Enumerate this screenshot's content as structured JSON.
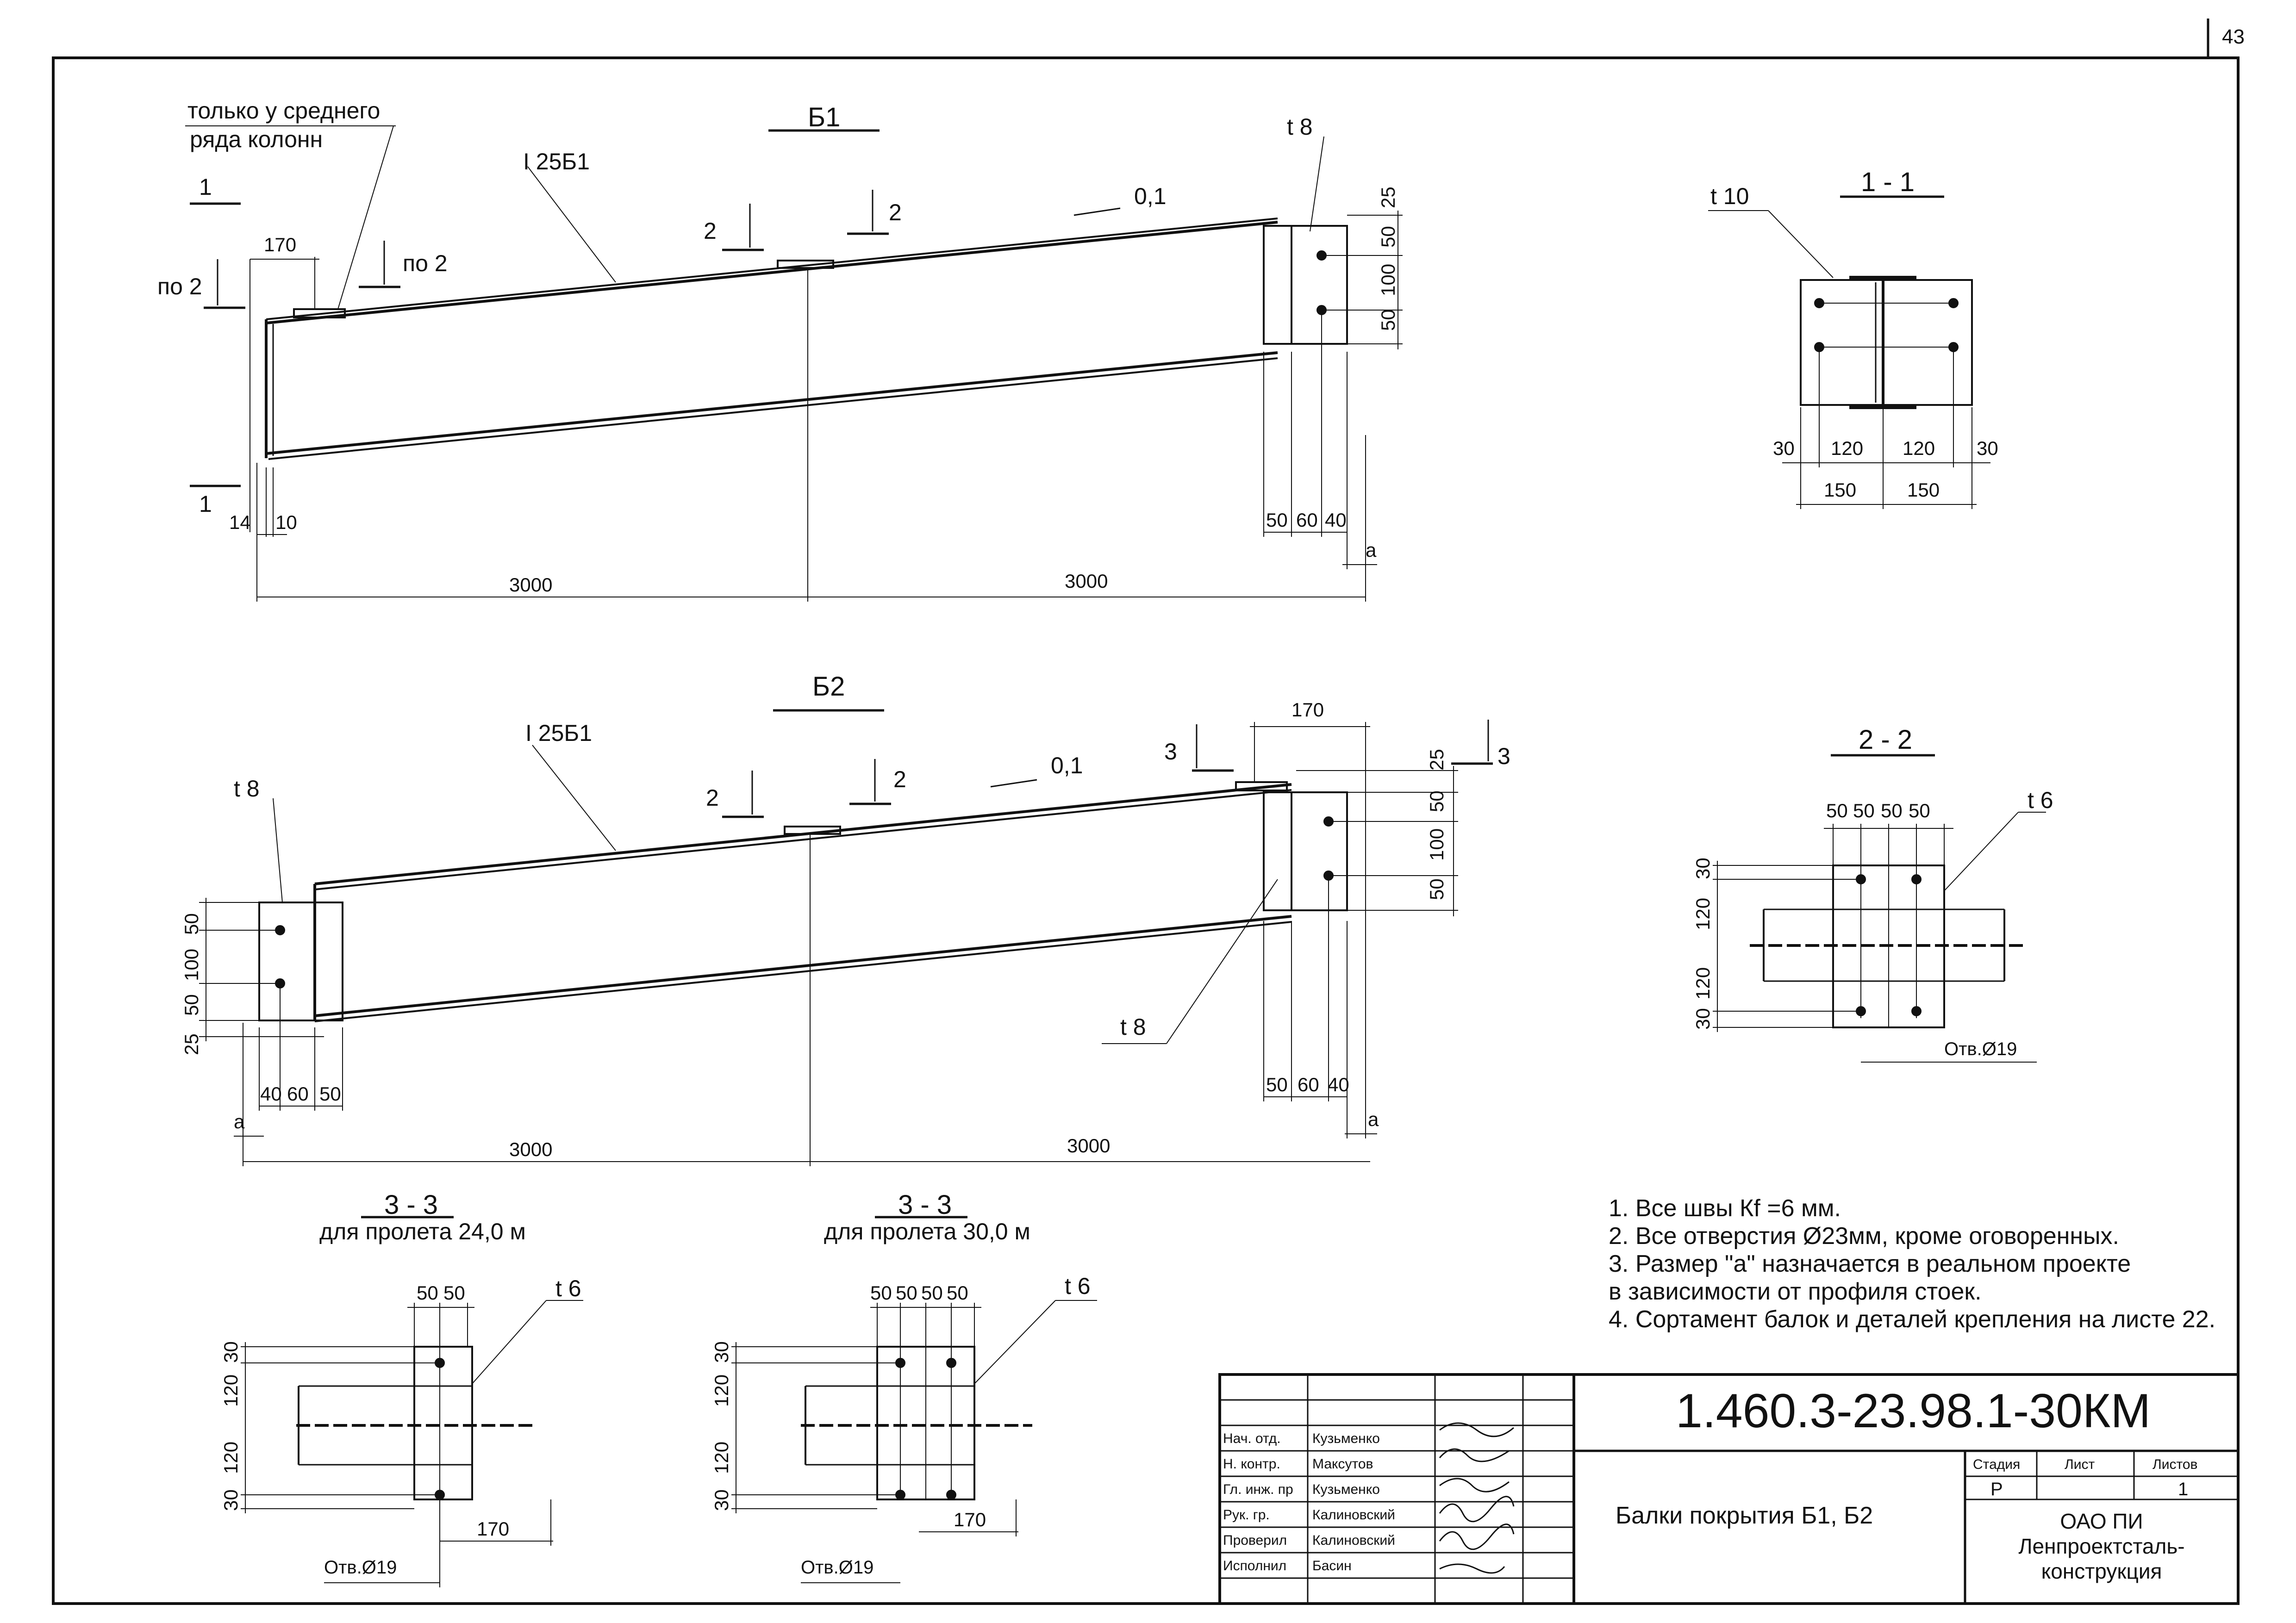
{
  "sheet_number": "43",
  "beam_b1": {
    "title": "Б1",
    "note_line1": "только у среднего",
    "note_line2": "ряда колонн",
    "profile": "I 25Б1",
    "slope": "0,1",
    "plate": "t 8",
    "cut1": "1",
    "cut2": "2",
    "po2": "по 2",
    "dims": {
      "d170": "170",
      "d14": "14",
      "d10": "10",
      "d25": "25",
      "d50a": "50",
      "d100": "100",
      "d50b": "50",
      "d50c": "50",
      "d60": "60",
      "d40": "40",
      "da": "a",
      "span1": "3000",
      "span2": "3000"
    }
  },
  "beam_b2": {
    "title": "Б2",
    "profile": "I 25Б1",
    "slope": "0,1",
    "plate_left": "t 8",
    "plate_bottom": "t 8",
    "cut2": "2",
    "cut3": "3",
    "dims": {
      "d170": "170",
      "d25r": "25",
      "d50r1": "50",
      "d100r": "100",
      "d50r2": "50",
      "d50l1": "50",
      "d100l": "100",
      "d50l2": "50",
      "d25l": "25",
      "d40l": "40",
      "d60l": "60",
      "d50l": "50",
      "d50r": "50",
      "d60r": "60",
      "d40r": "40",
      "da": "a",
      "span1": "3000",
      "span2": "3000"
    }
  },
  "section_1_1": {
    "title": "1 - 1",
    "plate": "t 10",
    "dims": [
      "30",
      "120",
      "120",
      "30",
      "150",
      "150"
    ]
  },
  "section_2_2": {
    "title": "2 - 2",
    "plate": "t 6",
    "top_dims": [
      "50",
      "50",
      "50",
      "50"
    ],
    "side_dims": [
      "30",
      "120",
      "120",
      "30"
    ],
    "hole": "Отв.Ø19"
  },
  "section_3_3_24": {
    "title": "3 - 3",
    "subtitle": "для пролета 24,0 м",
    "plate": "t 6",
    "top_dims": [
      "50",
      "50"
    ],
    "side_dims": [
      "30",
      "120",
      "120",
      "30"
    ],
    "d170": "170",
    "hole": "Отв.Ø19"
  },
  "section_3_3_30": {
    "title": "3 - 3",
    "subtitle": "для пролета 30,0 м",
    "plate": "t 6",
    "top_dims": [
      "50",
      "50",
      "50",
      "50"
    ],
    "side_dims": [
      "30",
      "120",
      "120",
      "30"
    ],
    "d170": "170",
    "hole": "Отв.Ø19"
  },
  "notes": [
    "1. Все швы Кf =6 мм.",
    "2. Все отверстия Ø23мм, кроме оговоренных.",
    "3. Размер \"а\" назначается в реальном проекте",
    "    в зависимости от профиля стоек.",
    "4. Сортамент балок и деталей крепления на листе 22."
  ],
  "title_block": {
    "doc_number": "1.460.3-23.98.1-30КМ",
    "sheet_name": "Балки покрытия Б1, Б2",
    "stage_header": "Стадия",
    "sheet_header": "Лист",
    "sheets_header": "Листов",
    "stage": "Р",
    "sheets": "1",
    "org_line1": "ОАО  ПИ",
    "org_line2": "Ленпроектсталь-",
    "org_line3": "конструкция",
    "rows": [
      {
        "role": "Нач. отд.",
        "name": "Кузьменко"
      },
      {
        "role": "Н. контр.",
        "name": "Максутов"
      },
      {
        "role": "Гл. инж. пр",
        "name": "Кузьменко"
      },
      {
        "role": "Рук. гр.",
        "name": "Калиновский"
      },
      {
        "role": "Проверил",
        "name": "Калиновский"
      },
      {
        "role": "Исполнил",
        "name": "Басин"
      }
    ]
  }
}
